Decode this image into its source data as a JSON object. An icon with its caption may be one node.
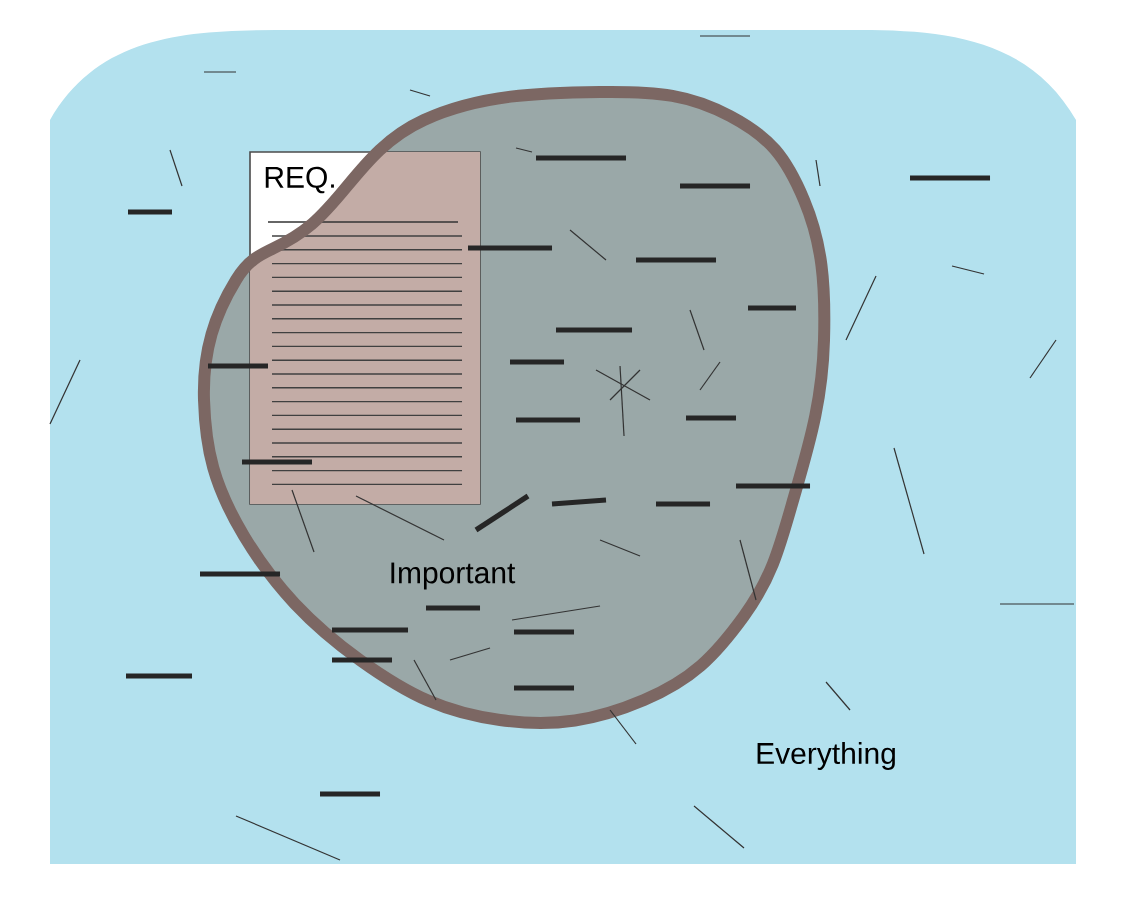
{
  "diagram": {
    "nodes": [
      {
        "text": [
          "Everything"
        ]
      },
      {
        "text": [
          "Important"
        ],
        "in": 0
      },
      {
        "text": [
          "REQ."
        ],
        "in": 0
      }
    ]
  }
}
